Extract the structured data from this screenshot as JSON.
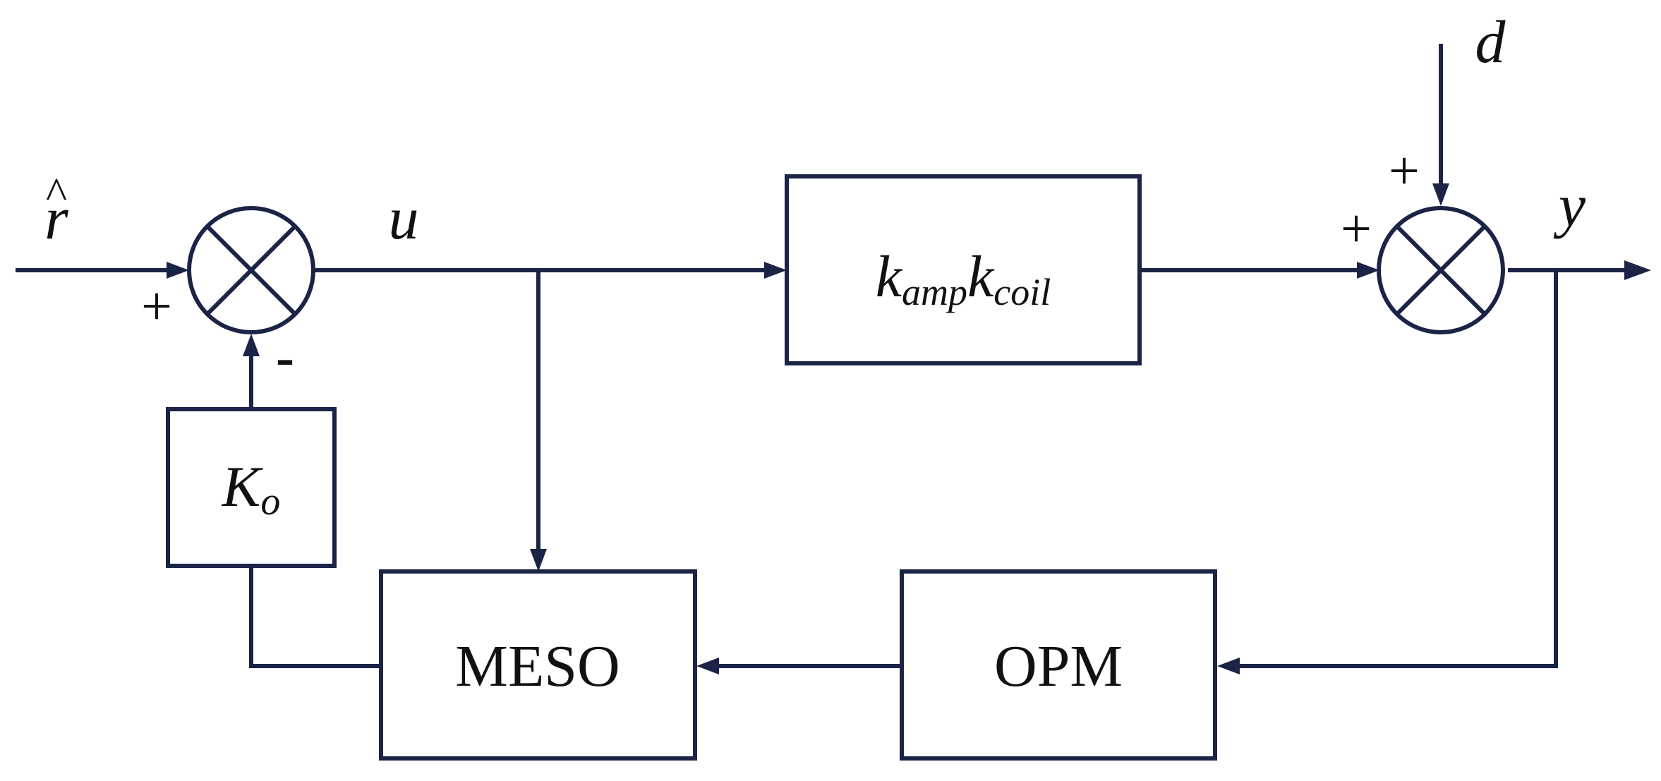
{
  "colors": {
    "line": "#1b2446",
    "text": "#111111",
    "background": "#ffffff"
  },
  "signals": {
    "reference": "r",
    "reference_hat": "^",
    "control": "u",
    "disturbance": "d",
    "output": "y"
  },
  "signs": {
    "sum1_reference": "+",
    "sum1_feedback": "-",
    "sum2_disturbance": "+",
    "sum2_plant": "+"
  },
  "blocks": {
    "plant": {
      "main1": "k",
      "sub1": "amp",
      "main2": "k",
      "sub2": "coil"
    },
    "gain": {
      "main": "K",
      "sub": "o"
    },
    "observer": "MESO",
    "opm": "OPM"
  }
}
